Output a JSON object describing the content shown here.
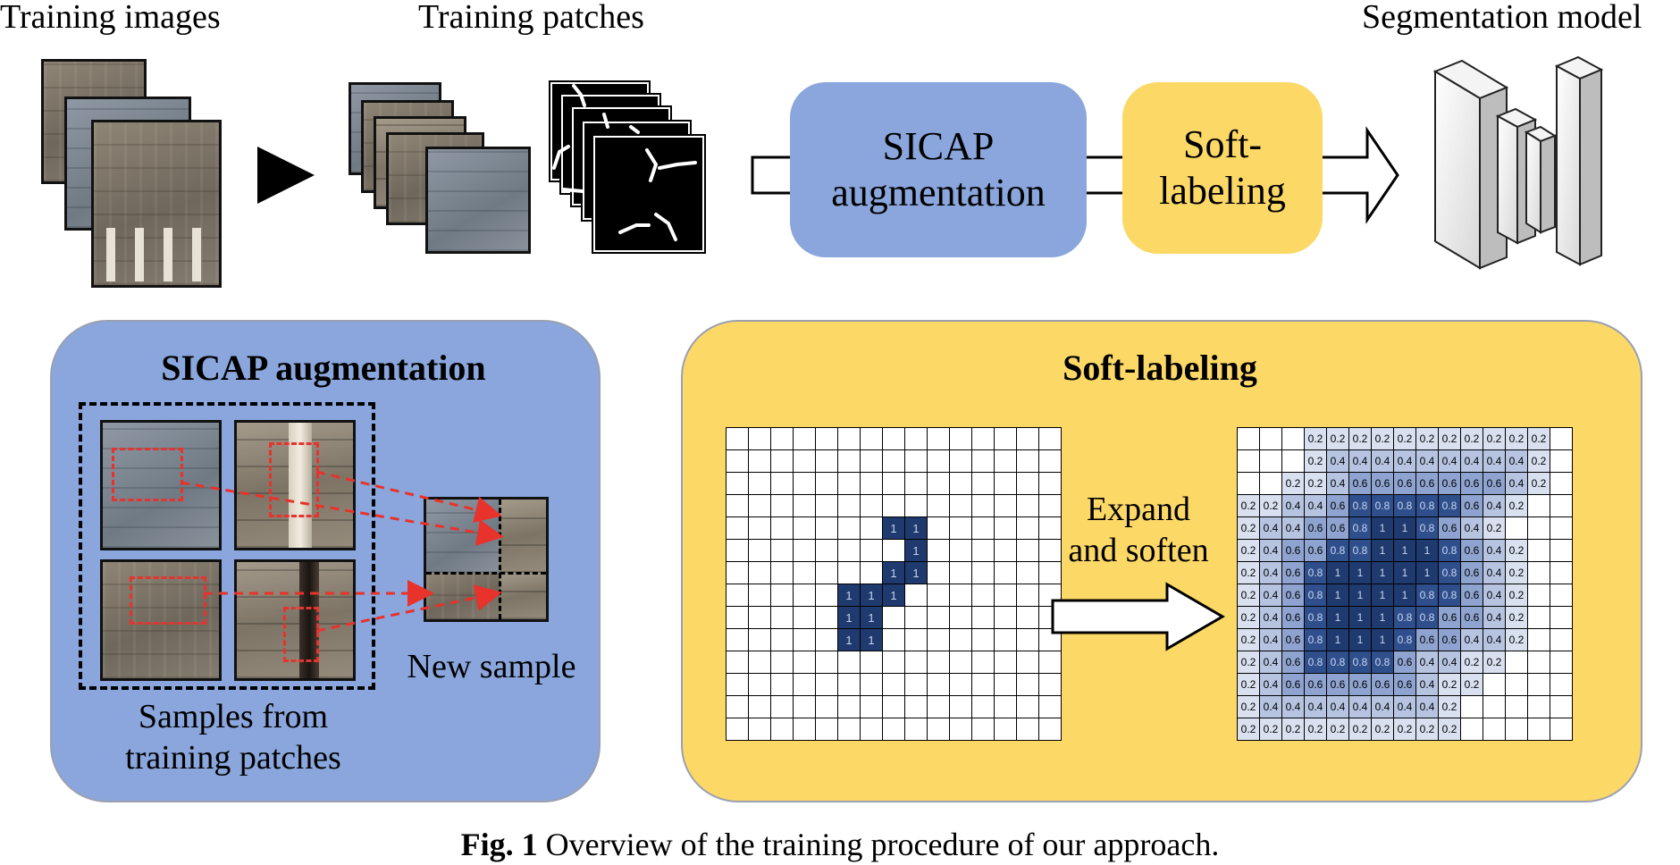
{
  "headers": {
    "training_images": "Training images",
    "training_patches": "Training patches",
    "segmentation_model": "Segmentation model"
  },
  "pipeline": {
    "sicap_box": [
      "SICAP",
      "augmentation"
    ],
    "soft_box": [
      "Soft-",
      "labeling"
    ]
  },
  "sicap_panel": {
    "title": "SICAP augmentation",
    "new_sample": "New sample",
    "samples_caption": [
      "Samples from",
      "training patches"
    ]
  },
  "soft_panel": {
    "title": "Soft-labeling",
    "arrow_text": [
      "Expand",
      "and soften"
    ],
    "hard_ones": [
      [
        4,
        7
      ],
      [
        4,
        8
      ],
      [
        5,
        8
      ],
      [
        6,
        7
      ],
      [
        6,
        8
      ],
      [
        7,
        5
      ],
      [
        7,
        6
      ],
      [
        7,
        7
      ],
      [
        8,
        5
      ],
      [
        8,
        6
      ],
      [
        9,
        5
      ],
      [
        9,
        6
      ]
    ],
    "soft_rows": [
      [
        "",
        "",
        "",
        "0.2",
        "0.2",
        "0.2",
        "0.2",
        "0.2",
        "0.2",
        "0.2",
        "0.2",
        "0.2",
        "0.2",
        "0.2",
        ""
      ],
      [
        "",
        "",
        "",
        "0.2",
        "0.4",
        "0.4",
        "0.4",
        "0.4",
        "0.4",
        "0.4",
        "0.4",
        "0.4",
        "0.4",
        "0.2",
        ""
      ],
      [
        "",
        "",
        "0.2",
        "0.2",
        "0.4",
        "0.6",
        "0.6",
        "0.6",
        "0.6",
        "0.6",
        "0.6",
        "0.6",
        "0.4",
        "0.2",
        ""
      ],
      [
        "0.2",
        "0.2",
        "0.4",
        "0.4",
        "0.6",
        "0.8",
        "0.8",
        "0.8",
        "0.8",
        "0.8",
        "0.6",
        "0.4",
        "0.2",
        "",
        ""
      ],
      [
        "0.2",
        "0.4",
        "0.4",
        "0.6",
        "0.6",
        "0.8",
        "1",
        "1",
        "0.8",
        "0.6",
        "0.4",
        "0.2",
        "",
        "",
        ""
      ],
      [
        "0.2",
        "0.4",
        "0.6",
        "0.6",
        "0.8",
        "0.8",
        "1",
        "1",
        "1",
        "0.8",
        "0.6",
        "0.4",
        "0.2",
        "",
        ""
      ],
      [
        "0.2",
        "0.4",
        "0.6",
        "0.8",
        "1",
        "1",
        "1",
        "1",
        "1",
        "0.8",
        "0.6",
        "0.4",
        "0.2",
        "",
        ""
      ],
      [
        "0.2",
        "0.4",
        "0.6",
        "0.8",
        "1",
        "1",
        "1",
        "1",
        "0.8",
        "0.8",
        "0.6",
        "0.4",
        "0.2",
        "",
        ""
      ],
      [
        "0.2",
        "0.4",
        "0.6",
        "0.8",
        "1",
        "1",
        "1",
        "0.8",
        "0.8",
        "0.6",
        "0.6",
        "0.4",
        "0.2",
        "",
        ""
      ],
      [
        "0.2",
        "0.4",
        "0.6",
        "0.8",
        "1",
        "1",
        "1",
        "0.8",
        "0.6",
        "0.6",
        "0.4",
        "0.4",
        "0.2",
        "",
        ""
      ],
      [
        "0.2",
        "0.4",
        "0.6",
        "0.8",
        "0.8",
        "0.8",
        "0.8",
        "0.6",
        "0.4",
        "0.4",
        "0.2",
        "0.2",
        "",
        "",
        ""
      ],
      [
        "0.2",
        "0.4",
        "0.6",
        "0.6",
        "0.6",
        "0.6",
        "0.6",
        "0.6",
        "0.4",
        "0.2",
        "0.2",
        "",
        "",
        "",
        ""
      ],
      [
        "0.2",
        "0.4",
        "0.4",
        "0.4",
        "0.4",
        "0.4",
        "0.4",
        "0.4",
        "0.4",
        "0.2",
        "",
        "",
        "",
        "",
        ""
      ],
      [
        "0.2",
        "0.2",
        "0.2",
        "0.2",
        "0.2",
        "0.2",
        "0.2",
        "0.2",
        "0.2",
        "0.2",
        "",
        "",
        "",
        "",
        ""
      ]
    ],
    "soft_colors": {
      "1": "#1f3a6e",
      "0.8": "#2f4f8c",
      "0.6": "#8ea3cf",
      "0.4": "#b6c4e2",
      "0.2": "#d9e1f1"
    }
  },
  "caption": {
    "label": "Fig. 1",
    "text": " Overview of the training procedure of our approach."
  },
  "colors": {
    "sicap_blue": "#8aa6dc",
    "soft_yellow": "#fcd867",
    "dark_cell": "#1f3a6e",
    "red_dash": "#e8322c"
  }
}
